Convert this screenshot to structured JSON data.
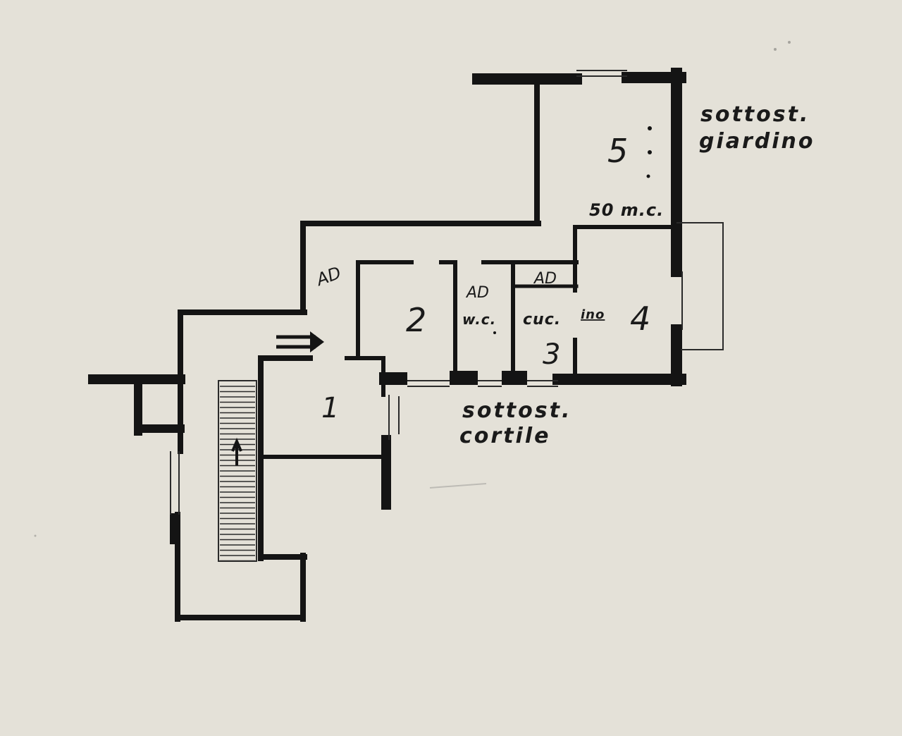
{
  "plan": {
    "ink_color": "#141414",
    "paper_color": "#e4e1d8",
    "rooms": {
      "room_1": "1",
      "room_2": "2",
      "room_3": "3",
      "room_4": "4",
      "room_5": "5"
    },
    "labels": {
      "wc": "w.c.",
      "cucinino_a": "cuc.",
      "cucinino_b": "ino",
      "volume": "50 m.c.",
      "ad_1": "AD",
      "ad_2": "AD",
      "ad_3": "AD",
      "giardino_line1": "sottost.",
      "giardino_line2": "giardino",
      "cortile_line1": "sottost.",
      "cortile_line2": "cortile"
    }
  }
}
